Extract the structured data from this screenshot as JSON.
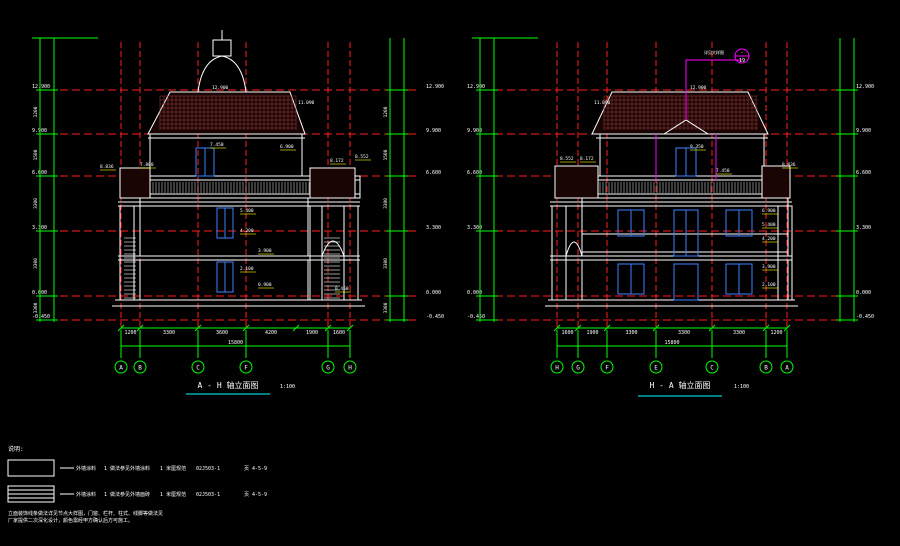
{
  "colors": {
    "background": "#000000",
    "axis_red": "#ff2020",
    "dimension_green": "#00ff00",
    "line_white": "#ffffff",
    "window_blue": "#3f7fff",
    "annotation_yellow": "#ffff00",
    "leader_magenta": "#ff00ff",
    "cyan": "#00ffff"
  },
  "left_elevation": {
    "title": "A - H 轴立面图",
    "scale": "1:100",
    "level_labels": [
      "12.900",
      "9.900",
      "6.600",
      "3.300",
      "0.000",
      "-0.450"
    ],
    "left_dims": [
      "1200",
      "1500",
      "3300",
      "3300",
      "3300"
    ],
    "bottom_dims": [
      "1200",
      "3300",
      "3600",
      "4200",
      "1900",
      "1600"
    ],
    "total_dim": "15800",
    "axes": [
      "A",
      "B",
      "C",
      "F",
      "G",
      "H"
    ],
    "roof_labels": [
      "12.900",
      "11.090"
    ],
    "elev_notes": [
      "8.836",
      "7.800",
      "7.450",
      "6.900",
      "8.552",
      "8.172",
      "5.400",
      "4.200",
      "3.900",
      "2.100",
      "0.900",
      "0.450"
    ]
  },
  "right_elevation": {
    "title": "H - A 轴立面图",
    "scale": "1:100",
    "level_labels": [
      "12.900",
      "9.900",
      "6.600",
      "3.300",
      "0.000",
      "-0.450"
    ],
    "bottom_dims": [
      "1600",
      "1900",
      "3300",
      "3300",
      "3300",
      "1200"
    ],
    "total_dim": "15800",
    "axes": [
      "H",
      "G",
      "F",
      "E",
      "C",
      "B",
      "A"
    ],
    "roof_labels": [
      "12.900",
      "11.090"
    ],
    "elev_notes": [
      "8.552",
      "8.172",
      "9.350",
      "7.450",
      "8.836",
      "6.900",
      "5.400",
      "4.200",
      "3.900",
      "2.100"
    ],
    "callout": {
      "top": "-",
      "bottom": "19"
    },
    "callout_note": "详见大样图"
  },
  "legend": {
    "heading": "说明:",
    "rows": [
      {
        "material": "外墙涂料",
        "desc": "1 做法参见外墙涂料",
        "code": "1 米厘规范",
        "ref": "02J503-1",
        "page": "页 4-5-9"
      },
      {
        "material": "外墙涂料",
        "desc": "1 做法参见外墙面砖",
        "code": "1 米厘规范",
        "ref": "02J503-1",
        "page": "页 4-5-9"
      }
    ],
    "notes": [
      "立面装饰线条做法详见节点大样图，门窗、栏杆、柱式、线脚等做法见",
      "厂家提供二次深化设计，颜色需经甲方确认后方可施工。"
    ]
  }
}
